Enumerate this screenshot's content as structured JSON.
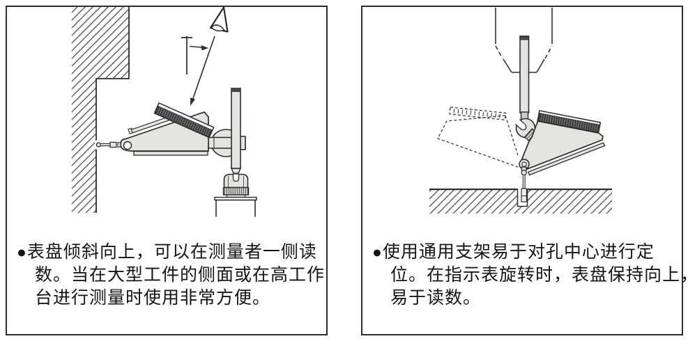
{
  "colors": {
    "panel_border": "#2c2c2c",
    "line": "#2b2b2b",
    "metal_fill": "#e3e3df",
    "bezel_dark": "#3d3d3d",
    "hatch": "#4a4a4a",
    "text": "#141414"
  },
  "panels": [
    {
      "name": "tilted-dial-side-reading",
      "bullet": "●",
      "caption_lines": [
        "表盘倾斜向上，可以在测量者一侧读",
        "数。当在大型工件的侧面或在高工作",
        "台进行测量时使用非常方便。"
      ],
      "figure_parts": [
        "workpiece-wall",
        "observer-eye-icon",
        "sight-line-arrow",
        "viewing-angle-reference",
        "dial-test-indicator",
        "indicator-stylus",
        "holder-stem",
        "clamp-knob",
        "stand-column",
        "column-knob",
        "knurled-nut",
        "stand-base"
      ]
    },
    {
      "name": "universal-holder-hole-centering",
      "bullet": "●",
      "caption_lines": [
        "使用通用支架易于对孔中心进行定",
        "位。在指示表旋转时，表盘保持向上，",
        "易于读数。"
      ],
      "figure_parts": [
        "machine-spindle-outline",
        "holder-shank",
        "swivel-ball-clamp",
        "knurled-clamp-sleeve",
        "dial-test-indicator",
        "indicator-stylus",
        "phantom-rotated-indicator",
        "workpiece-with-hole"
      ]
    }
  ]
}
